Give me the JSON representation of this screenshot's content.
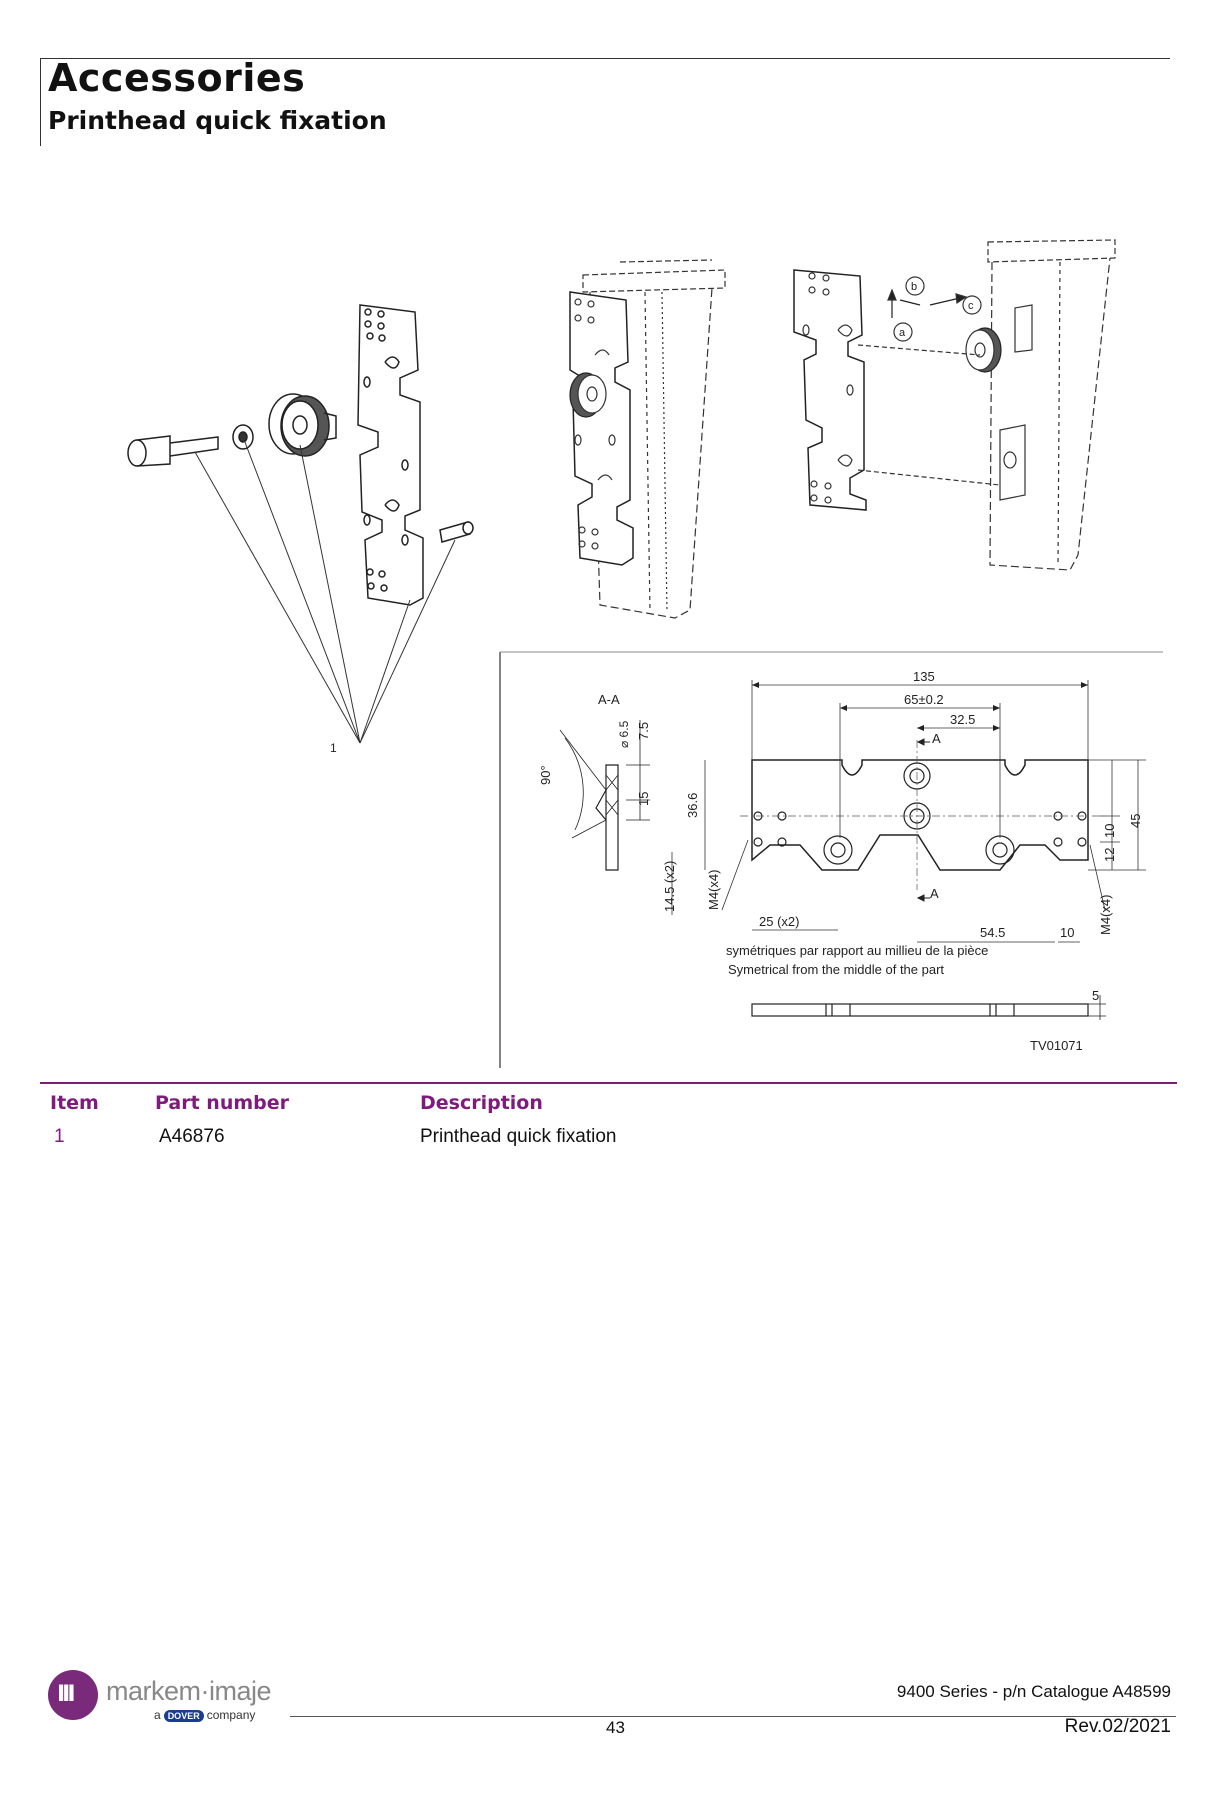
{
  "header": {
    "title": "Accessories",
    "subtitle": "Printhead quick fixation"
  },
  "figure": {
    "callout_label": "1",
    "assembly_labels": [
      "a",
      "b",
      "c"
    ],
    "drawing": {
      "section_label": "A-A",
      "angle": "90°",
      "dims": {
        "d135": "135",
        "d65": "65±0.2",
        "d32": "32.5",
        "dA": "A",
        "d6_5": "⌀ 6.5",
        "d7_5": "7.5",
        "d15": "15",
        "d36_6": "36.6",
        "d14_5": "14.5 (x2)",
        "m4a": "M4(x4)",
        "d25": "25 (x2)",
        "d54_5": "54.5",
        "d10b": "10",
        "m4b": "M4(x4)",
        "d10": "10",
        "d12": "12",
        "d45": "45",
        "d5": "5"
      },
      "note_fr": "symétriques par rapport au millieu de la pièce",
      "note_en": "Symetrical from the middle of the part",
      "ref": "TV01071"
    }
  },
  "table": {
    "headers": {
      "item": "Item",
      "part": "Part number",
      "desc": "Description"
    },
    "rows": [
      {
        "item": "1",
        "part": "A46876",
        "desc": "Printhead quick fixation"
      }
    ]
  },
  "footer": {
    "brand": "markem·imaje",
    "sub_a": "a",
    "sub_dover": "DOVER",
    "sub_company": "company",
    "series": "9400 Series - p/n Catalogue A48599",
    "page": "43",
    "rev": "Rev.02/2021"
  },
  "colors": {
    "accent": "#7f1b7c",
    "logo": "#7a2a7a"
  }
}
